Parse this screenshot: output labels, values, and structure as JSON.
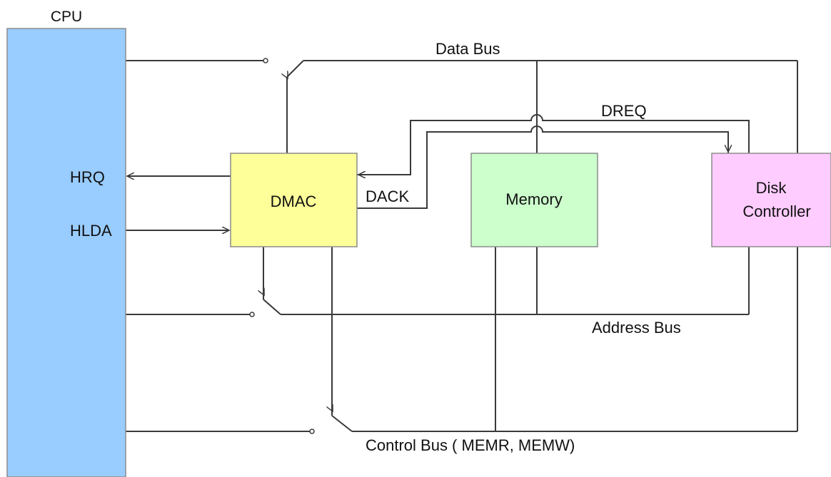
{
  "diagram": {
    "blocks": {
      "cpu": {
        "label": "CPU",
        "color": "#99ccff"
      },
      "dmac": {
        "label": "DMAC",
        "color": "#ffff99"
      },
      "memory": {
        "label": "Memory",
        "color": "#ccffcc"
      },
      "disk": {
        "label_line1": "Disk",
        "label_line2": "Controller",
        "color": "#ffccff"
      }
    },
    "signals": {
      "hrq": "HRQ",
      "hlda": "HLDA",
      "dreq": "DREQ",
      "dack": "DACK"
    },
    "buses": {
      "data": "Data Bus",
      "address": "Address Bus",
      "control": "Control Bus ( MEMR, MEMW)"
    }
  }
}
